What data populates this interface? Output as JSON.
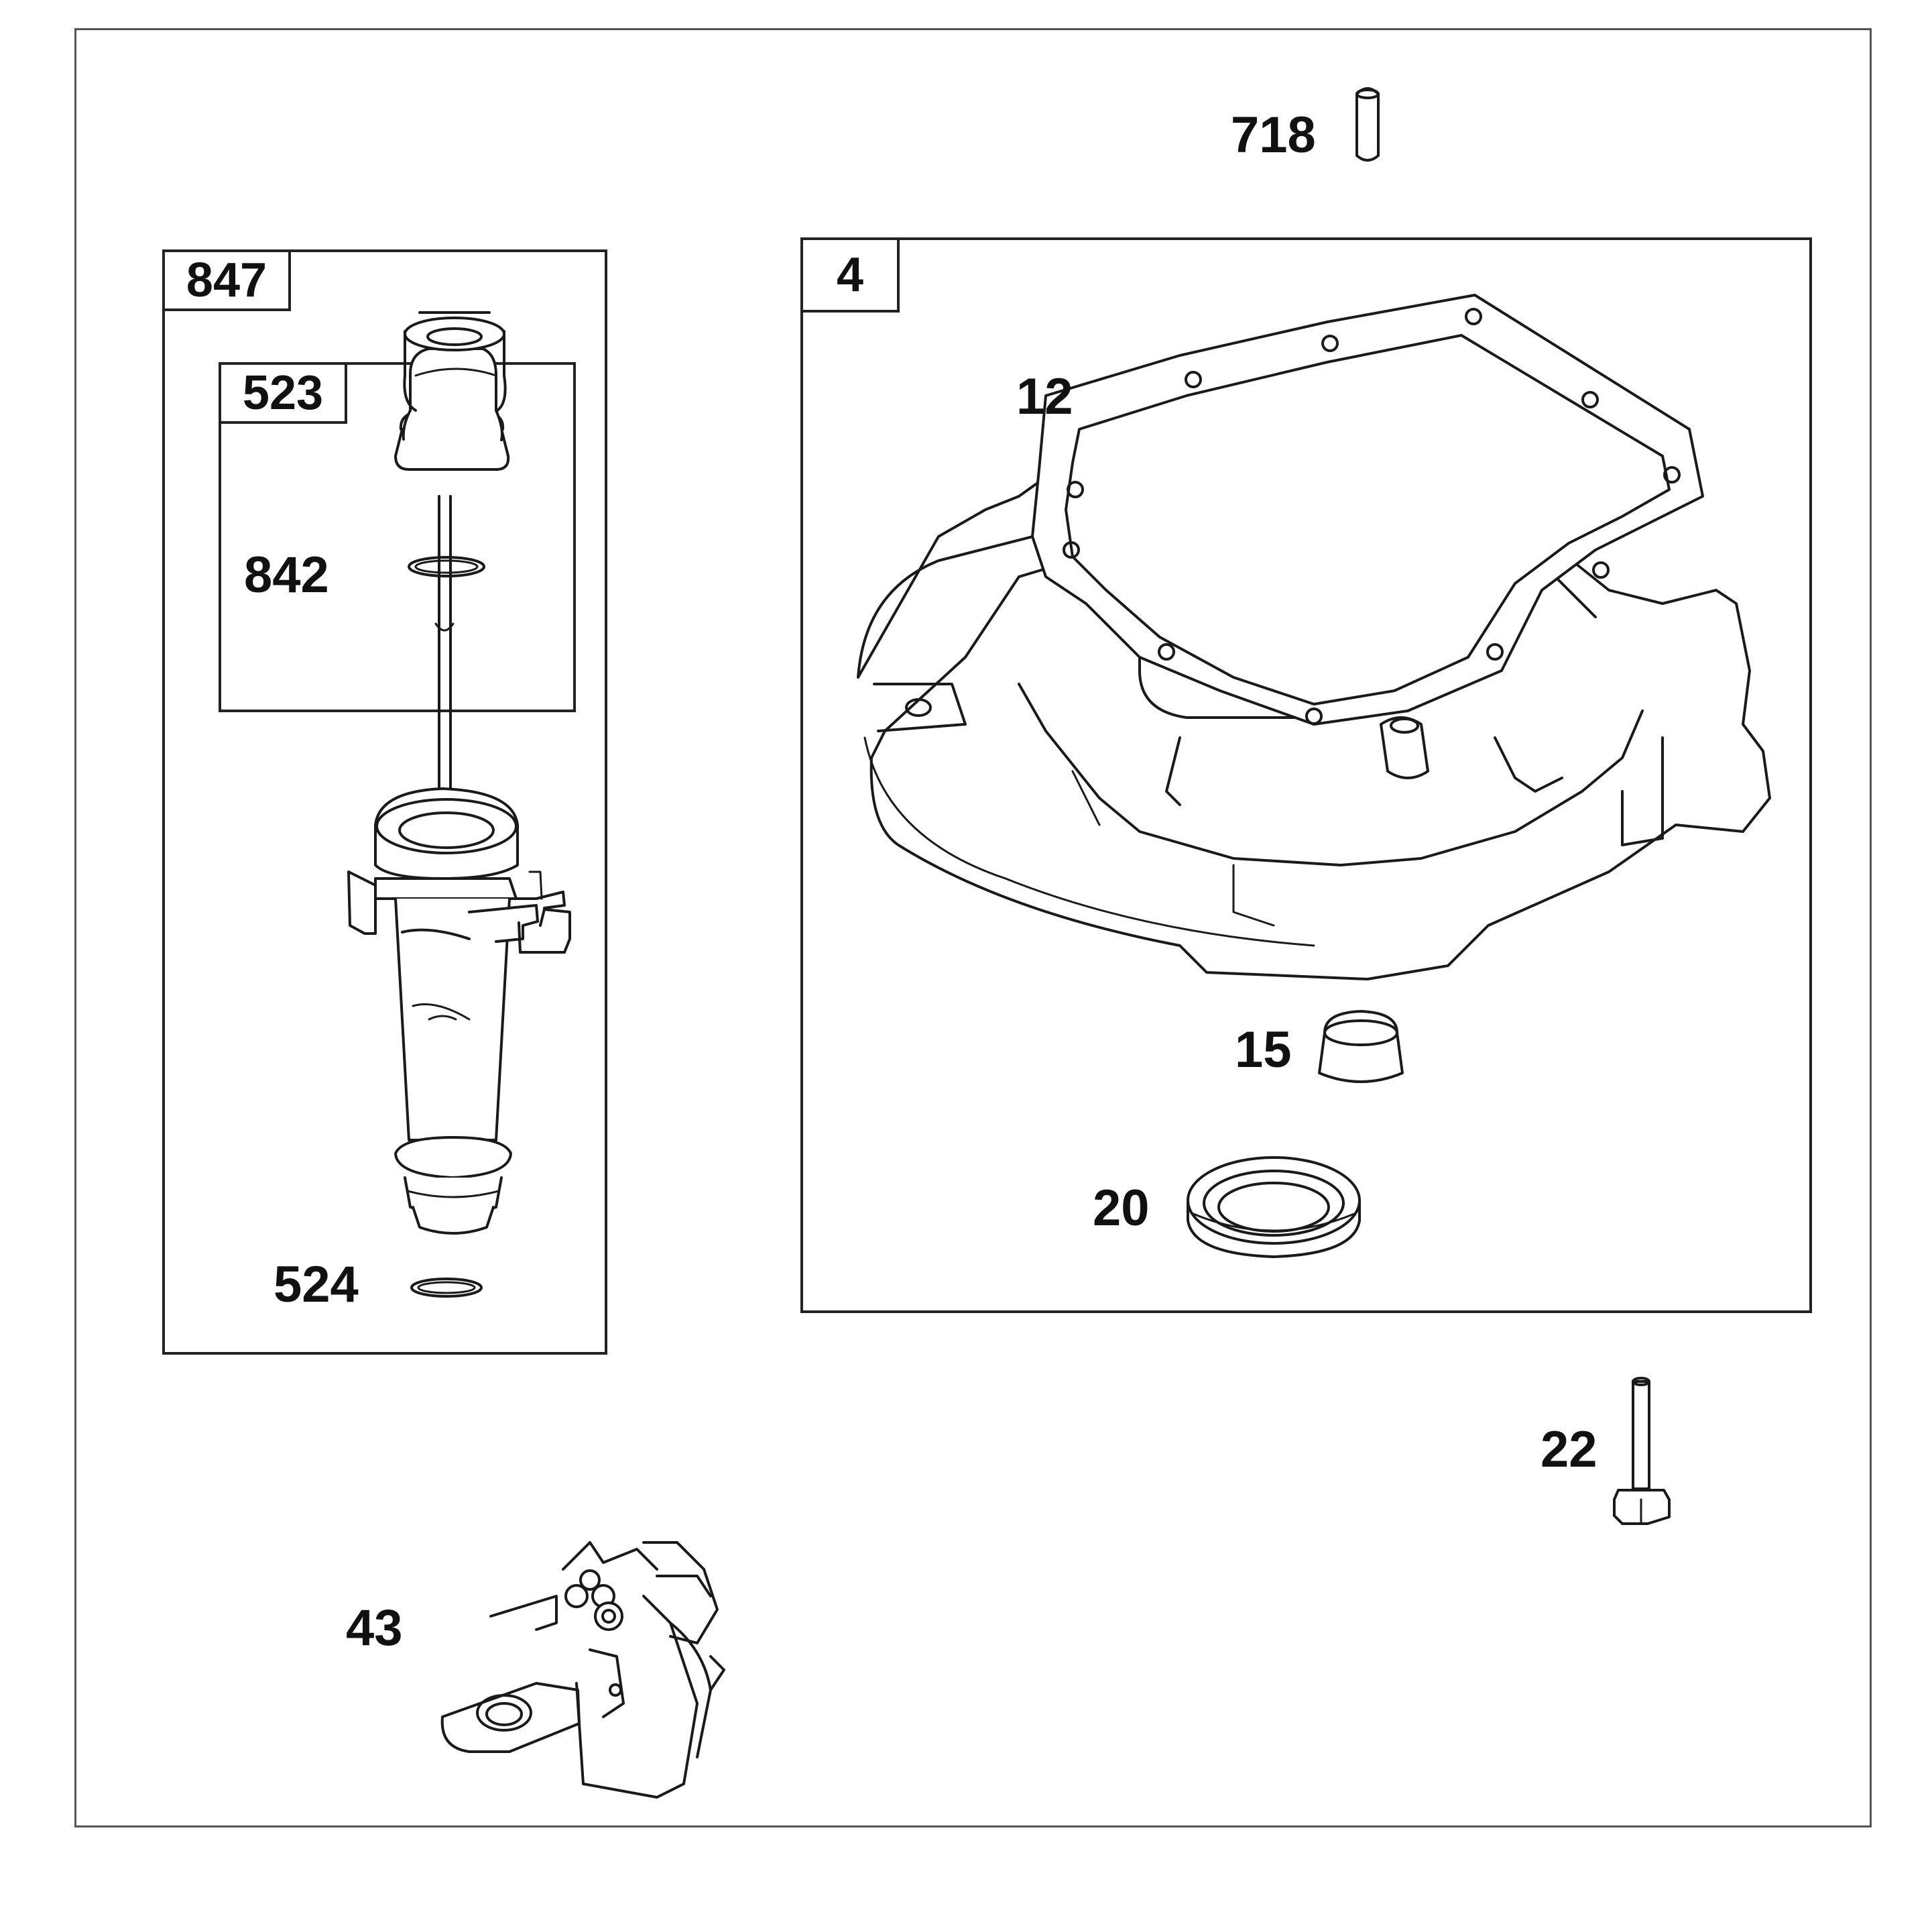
{
  "callouts": {
    "c718": "718",
    "c847": "847",
    "c523": "523",
    "c842": "842",
    "c524": "524",
    "c4": "4",
    "c12": "12",
    "c15": "15",
    "c20": "20",
    "c22": "22",
    "c43": "43"
  },
  "parts": {
    "dowel_pin": "dowel-pin-icon",
    "dipstick_cap": "dipstick-cap-icon",
    "dipstick_tube": "dipstick-tube-icon",
    "crankcase_cover": "crankcase-cover-icon",
    "gasket": "gasket-icon",
    "plug": "plug-icon",
    "oil_seal": "oil-seal-icon",
    "bolt": "bolt-icon",
    "governor_assembly": "governor-assembly-icon"
  }
}
